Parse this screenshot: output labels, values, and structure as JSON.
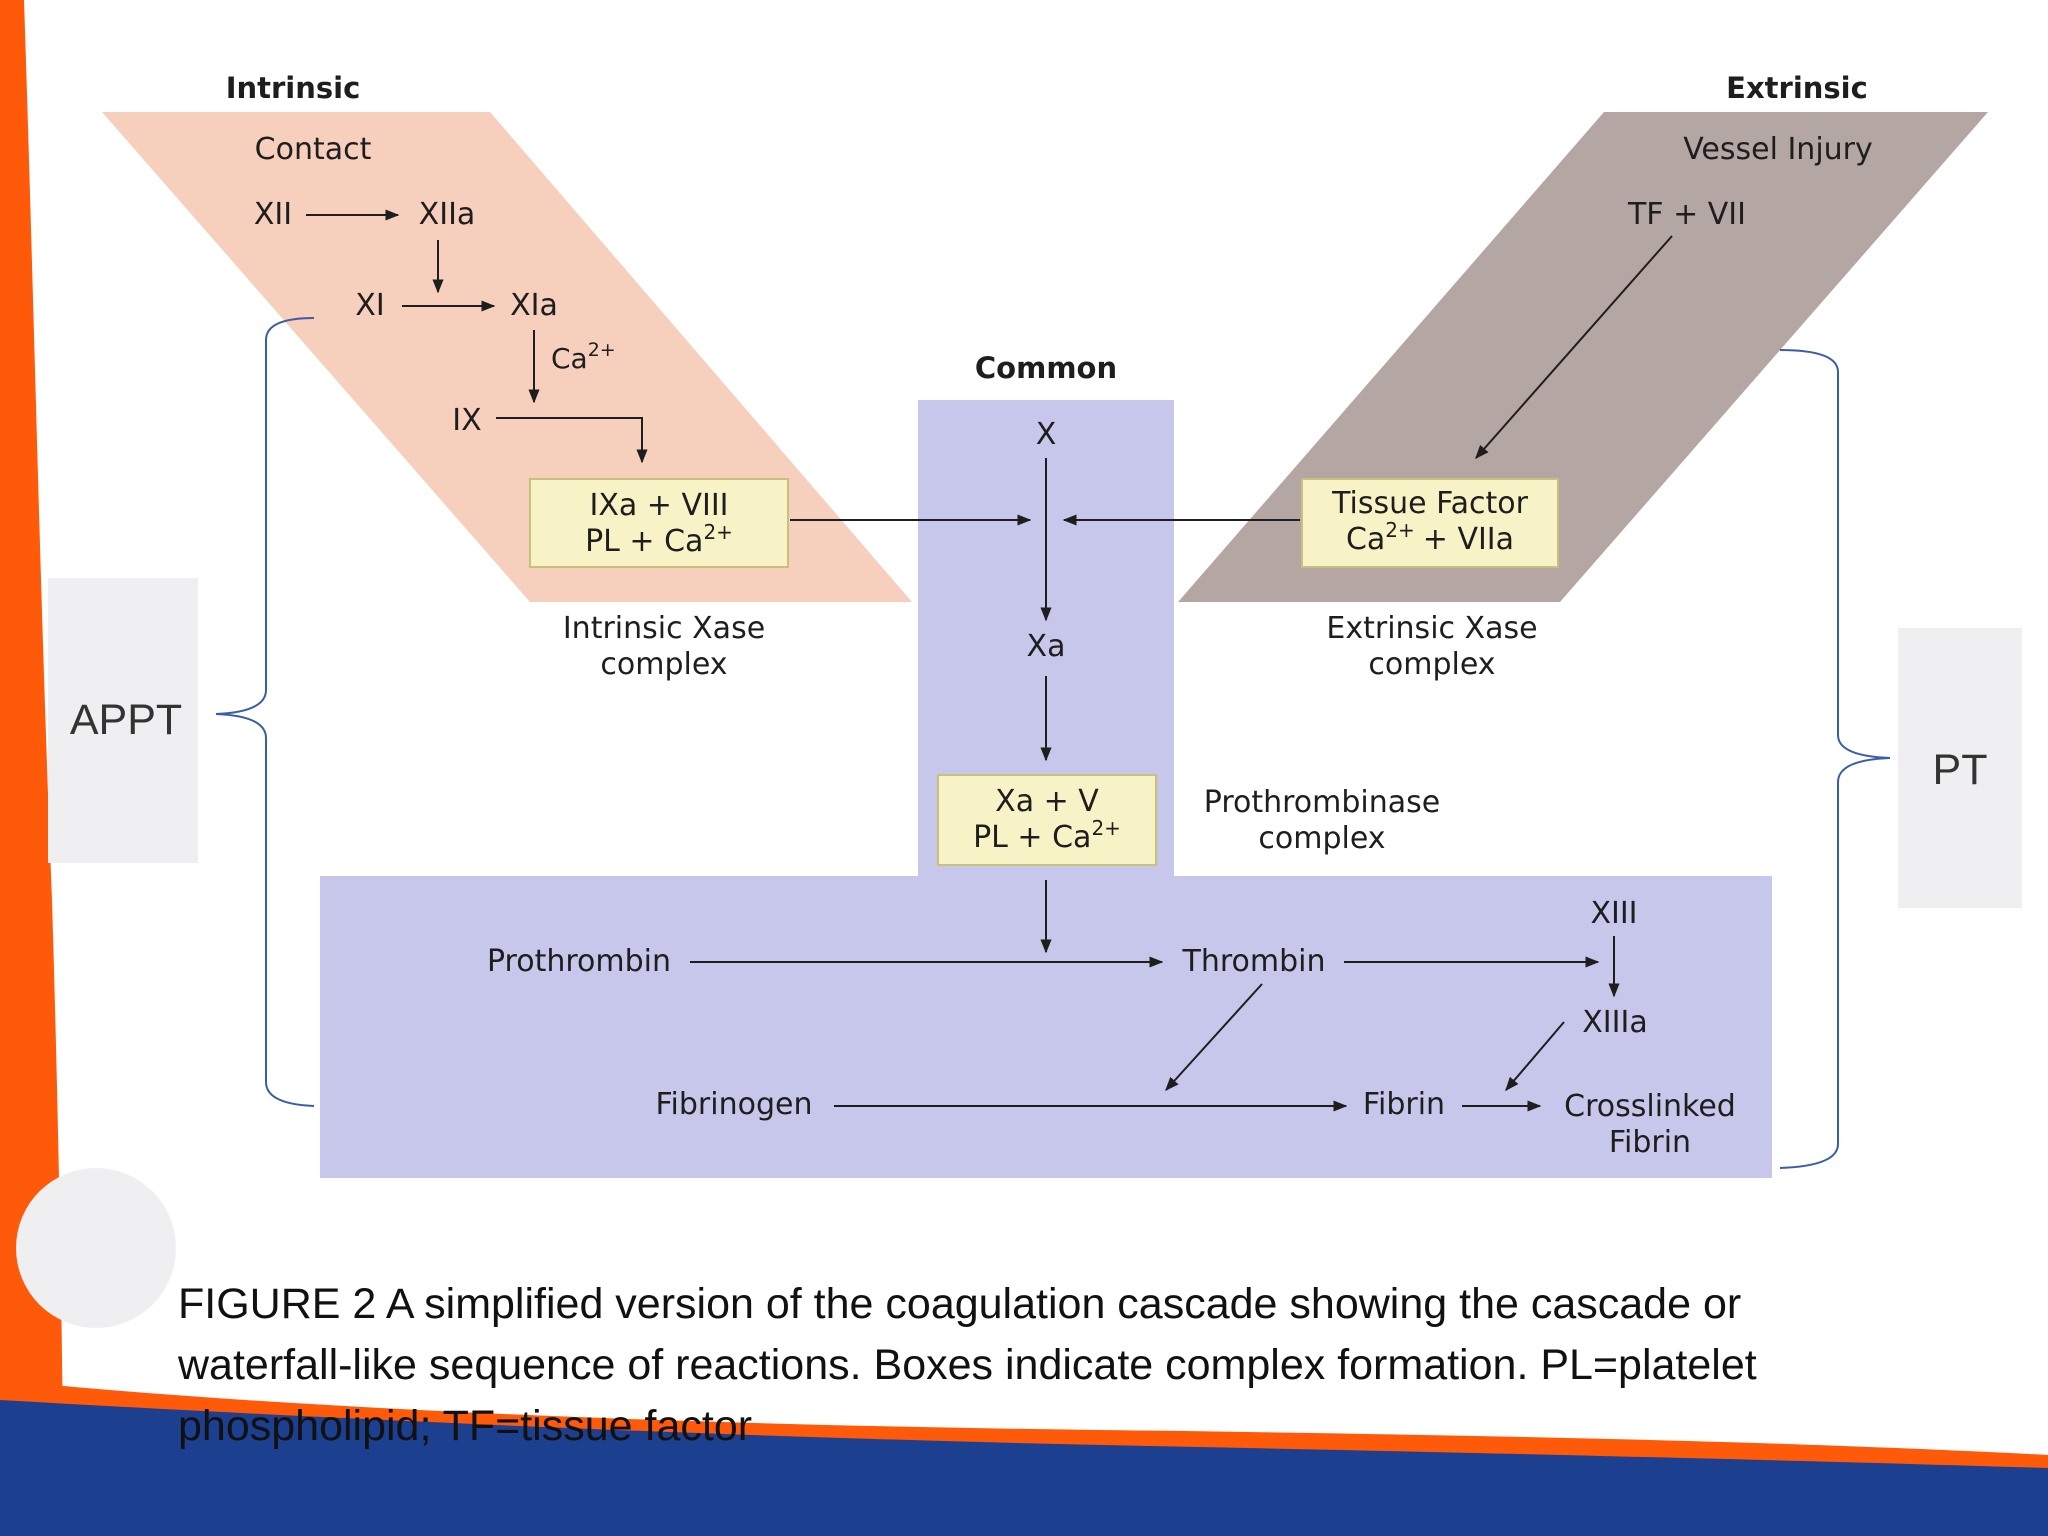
{
  "colors": {
    "orange_accent": "#ff5a0a",
    "blue_accent": "#1d3f8f",
    "intrinsic_fill": "#f7cfbd",
    "extrinsic_fill": "#b4a6a3",
    "common_fill": "#c6c7ea",
    "complex_box_fill": "#f8f3c6",
    "panel_fill": "#efeff2"
  },
  "diagram": {
    "intrinsic": {
      "title": "Intrinsic",
      "subtitle": "Contact",
      "xii": "XII",
      "xiia": "XIIa",
      "xi": "XI",
      "xia": "XIa",
      "ca": "Ca",
      "ix": "IX",
      "complex_line1": "IXa + VIII",
      "complex_line2": "PL + Ca",
      "label_line1": "Intrinsic Xase",
      "label_line2": "complex"
    },
    "extrinsic": {
      "title": "Extrinsic",
      "subtitle": "Vessel Injury",
      "tf_vii": "TF + VII",
      "complex_line1": "Tissue Factor",
      "complex_line2a": "Ca",
      "complex_line2b": "+ VIIa",
      "label_line1": "Extrinsic Xase",
      "label_line2": "complex"
    },
    "common": {
      "title": "Common",
      "x": "X",
      "xa": "Xa",
      "complex_line1": "Xa + V",
      "complex_line2": "PL + Ca",
      "prothrombinase_line1": "Prothrombinase",
      "prothrombinase_line2": "complex",
      "prothrombin": "Prothrombin",
      "thrombin": "Thrombin",
      "xiii": "XIII",
      "xiiia": "XIIIa",
      "fibrinogen": "Fibrinogen",
      "fibrin": "Fibrin",
      "crosslinked_line1": "Crosslinked",
      "crosslinked_line2": "Fibrin"
    },
    "superscript": "2+"
  },
  "brackets": {
    "left_label": "APPT",
    "right_label": "PT"
  },
  "caption": {
    "line1": "FIGURE 2 A simplified version of the coagulation cascade showing the cascade or",
    "line2": "waterfall-like sequence of reactions. Boxes indicate complex formation. PL=platelet",
    "line3": "phospholipid;  TF=tissue factor"
  }
}
